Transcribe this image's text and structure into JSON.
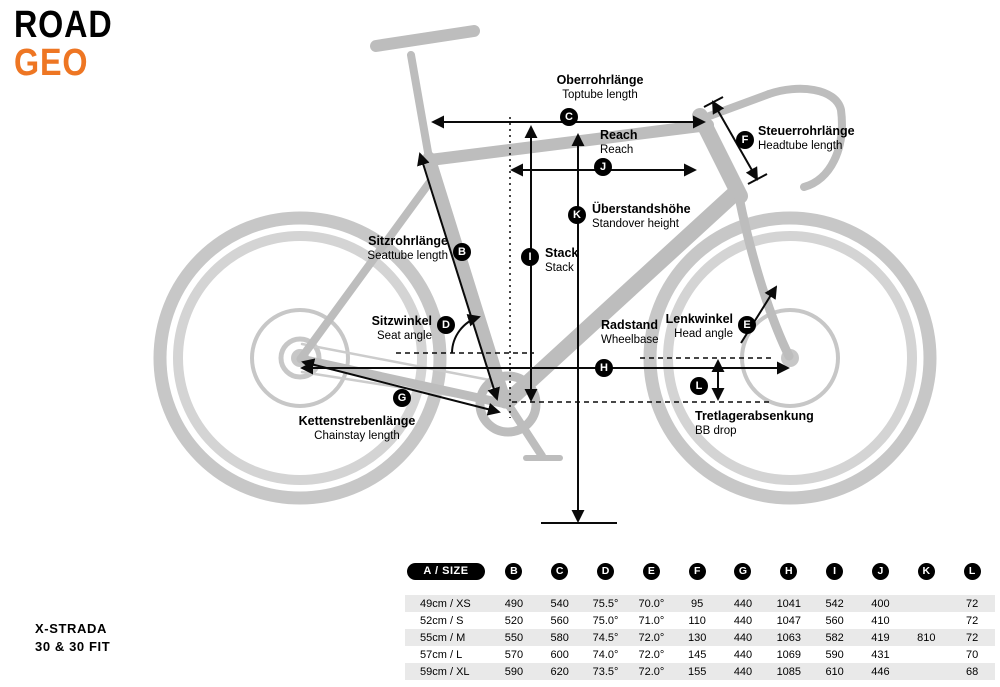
{
  "logo": {
    "line1": "ROAD",
    "line2": "GEO"
  },
  "colors": {
    "accent": "#EE7623",
    "bike": "#c3c3c3",
    "marker": "#000000",
    "stripe": "#e9e9e9"
  },
  "model": {
    "name": "X-STRADA",
    "fit": "30 & 30 FIT"
  },
  "diagram": {
    "labels": [
      {
        "id": "C",
        "de": "Oberrohrlänge",
        "en": "Toptube length"
      },
      {
        "id": "J",
        "de": "Reach",
        "en": "Reach"
      },
      {
        "id": "F",
        "de": "Steuerrohrlänge",
        "en": "Headtube length"
      },
      {
        "id": "K",
        "de": "Überstandshöhe",
        "en": "Standover height"
      },
      {
        "id": "B",
        "de": "Sitzrohrlänge",
        "en": "Seattube length"
      },
      {
        "id": "I",
        "de": "Stack",
        "en": "Stack"
      },
      {
        "id": "D",
        "de": "Sitzwinkel",
        "en": "Seat angle"
      },
      {
        "id": "H",
        "de": "Radstand",
        "en": "Wheelbase"
      },
      {
        "id": "E",
        "de": "Lenkwinkel",
        "en": "Head angle"
      },
      {
        "id": "G",
        "de": "Kettenstrebenlänge",
        "en": "Chainstay length"
      },
      {
        "id": "L",
        "de": "Tretlagerabsenkung",
        "en": "BB drop"
      }
    ]
  },
  "table": {
    "header": {
      "size_label": "A / SIZE",
      "columns": [
        "B",
        "C",
        "D",
        "E",
        "F",
        "G",
        "H",
        "I",
        "J",
        "K",
        "L"
      ]
    },
    "rows": [
      {
        "size": "49cm / XS",
        "values": [
          "490",
          "540",
          "75.5°",
          "70.0°",
          "95",
          "440",
          "1041",
          "542",
          "400",
          "",
          "72"
        ]
      },
      {
        "size": "52cm / S",
        "values": [
          "520",
          "560",
          "75.0°",
          "71.0°",
          "110",
          "440",
          "1047",
          "560",
          "410",
          "",
          "72"
        ]
      },
      {
        "size": "55cm / M",
        "values": [
          "550",
          "580",
          "74.5°",
          "72.0°",
          "130",
          "440",
          "1063",
          "582",
          "419",
          "810",
          "72"
        ]
      },
      {
        "size": "57cm / L",
        "values": [
          "570",
          "600",
          "74.0°",
          "72.0°",
          "145",
          "440",
          "1069",
          "590",
          "431",
          "",
          "70"
        ]
      },
      {
        "size": "59cm / XL",
        "values": [
          "590",
          "620",
          "73.5°",
          "72.0°",
          "155",
          "440",
          "1085",
          "610",
          "446",
          "",
          "68"
        ]
      }
    ]
  }
}
